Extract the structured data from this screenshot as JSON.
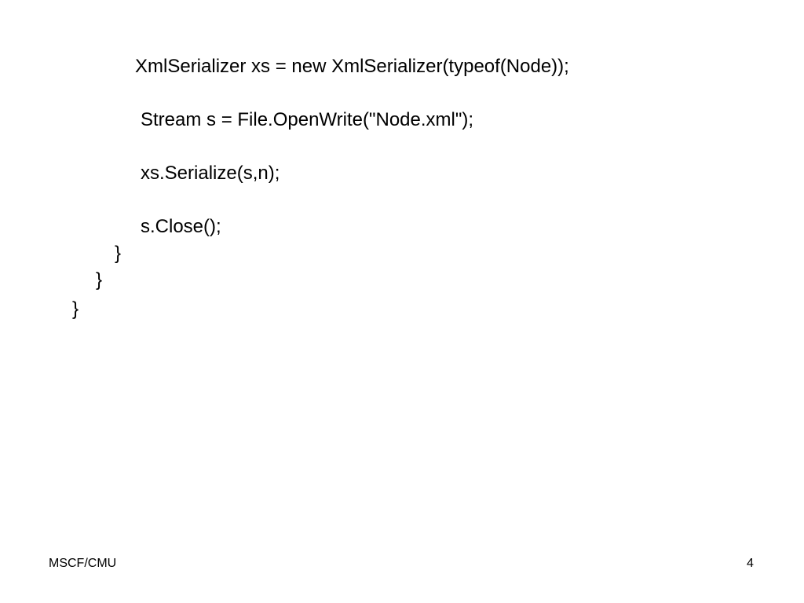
{
  "slide": {
    "code_lines": [
      "XmlSerializer xs = new XmlSerializer(typeof(Node));",
      "Stream s = File.OpenWrite(\"Node.xml\");",
      "xs.Serialize(s,n);",
      "s.Close();",
      "}",
      "}",
      "}"
    ],
    "footer": {
      "left_text": "MSCF/CMU",
      "page_number": "4"
    }
  }
}
